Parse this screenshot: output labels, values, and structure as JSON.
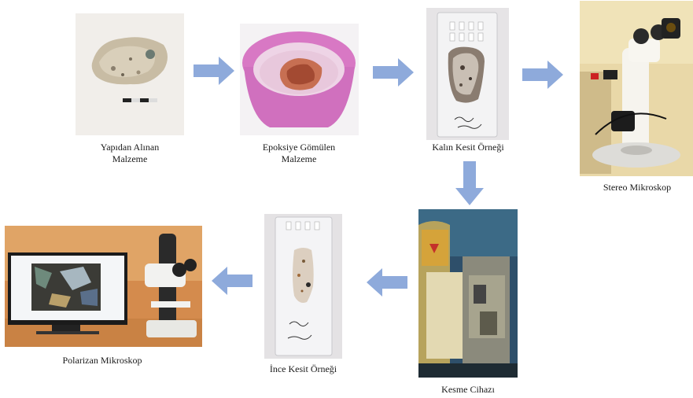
{
  "steps": [
    {
      "id": "rock",
      "label_lines": [
        "Yapıdan Alınan",
        "Malzeme"
      ]
    },
    {
      "id": "epoxy",
      "label_lines": [
        "Epoksiye Gömülen",
        "Malzeme"
      ]
    },
    {
      "id": "thick",
      "label_lines": [
        "Kalın Kesit Örneği"
      ]
    },
    {
      "id": "stereo",
      "label_lines": [
        "Stereo Mikroskop"
      ]
    },
    {
      "id": "cutter",
      "label_lines": [
        "Kesme Cihazı"
      ]
    },
    {
      "id": "thin",
      "label_lines": [
        "İnce Kesit Örneği"
      ]
    },
    {
      "id": "polar",
      "label_lines": [
        "Polarizan Mikroskop"
      ]
    }
  ],
  "colors": {
    "arrow": "#8eaadb"
  }
}
